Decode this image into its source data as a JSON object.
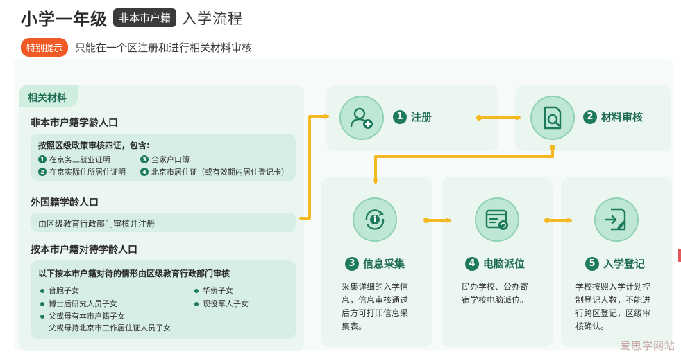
{
  "header": {
    "title": "小学一年级",
    "tag": "非本市户籍",
    "subtitle": "入学流程"
  },
  "notice": {
    "badge": "特别提示",
    "text": "只能在一个区注册和进行相关材料审核"
  },
  "materials": {
    "label": "相关材料",
    "section1": {
      "title": "非本市户籍学龄人口",
      "box_head": "按照区级政策审核四证，包含:",
      "items": [
        {
          "num": "1",
          "text": "在京务工就业证明"
        },
        {
          "num": "2",
          "text": "在京实际住所居住证明"
        },
        {
          "num": "3",
          "text": "全家户口簿"
        },
        {
          "num": "4",
          "text": "北京市居住证（或有效期内居住登记卡）"
        }
      ]
    },
    "section2": {
      "title": "外国籍学龄人口",
      "box_text": "由区级教育行政部门审核并注册"
    },
    "section3": {
      "title": "按本市户籍对待学龄人口",
      "box_head": "以下按本市户籍对待的情形由区级教育行政部门审核",
      "items": [
        "台胞子女",
        "博士后研究人员子女",
        "父或母有本市户籍子女",
        "父或母持北京市工作居住证人员子女",
        "华侨子女",
        "现役军人子女"
      ]
    }
  },
  "steps": [
    {
      "num": "1",
      "label": "注册",
      "icon": "user-add-icon"
    },
    {
      "num": "2",
      "label": "材料审核",
      "icon": "document-search-icon"
    },
    {
      "num": "3",
      "label": "信息采集",
      "icon": "info-refresh-icon",
      "desc": [
        "采集详细的入学信",
        "息，信息审核通过",
        "后方可打印信息采",
        "集表。"
      ]
    },
    {
      "num": "4",
      "label": "电脑派位",
      "icon": "computer-window-icon",
      "desc": [
        "民办学校、公办寄",
        "宿学校电脑派位。"
      ]
    },
    {
      "num": "5",
      "label": "入学登记",
      "icon": "enroll-edit-icon",
      "desc": [
        "学校按照入学计划控",
        "制登记人数，不能进",
        "行跨区登记，区级审",
        "核确认。"
      ]
    }
  ],
  "colors": {
    "accent_green": "#1e7a5c",
    "arrow_yellow": "#f5b820",
    "notice_orange": "#f15a24"
  },
  "watermark": "爱思学网站"
}
